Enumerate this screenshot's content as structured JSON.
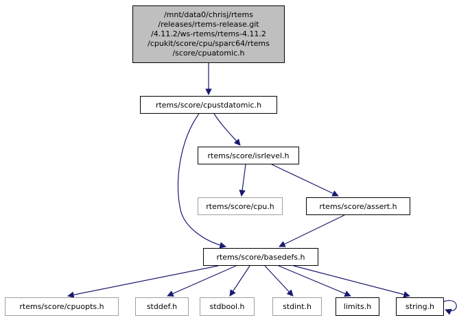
{
  "colors": {
    "edge": "#191970",
    "node_fill": "#ffffff",
    "root_node_fill": "#bfbfbf",
    "node_border": "#000000",
    "undocumented_node_border": "#9e9e9e"
  },
  "graph": {
    "type": "include-dependency-graph",
    "nodes": [
      {
        "id": "cpuatomic",
        "label_lines": [
          "/mnt/data0/chrisj/rtems",
          "/releases/rtems-release.git",
          "/4.11.2/ws-rtems/rtems-4.11.2",
          "/cpukit/score/cpu/sparc64/rtems",
          "/score/cpuatomic.h"
        ],
        "style": "root"
      },
      {
        "id": "cpustdatomic",
        "label": "rtems/score/cpustdatomic.h",
        "style": "linked"
      },
      {
        "id": "isrlevel",
        "label": "rtems/score/isrlevel.h",
        "style": "linked"
      },
      {
        "id": "cpu",
        "label": "rtems/score/cpu.h",
        "style": "plain"
      },
      {
        "id": "assert",
        "label": "rtems/score/assert.h",
        "style": "linked"
      },
      {
        "id": "basedefs",
        "label": "rtems/score/basedefs.h",
        "style": "linked"
      },
      {
        "id": "cpuopts",
        "label": "rtems/score/cpuopts.h",
        "style": "plain"
      },
      {
        "id": "stddef",
        "label": "stddef.h",
        "style": "plain"
      },
      {
        "id": "stdbool",
        "label": "stdbool.h",
        "style": "plain"
      },
      {
        "id": "stdint",
        "label": "stdint.h",
        "style": "plain"
      },
      {
        "id": "limits",
        "label": "limits.h",
        "style": "linked"
      },
      {
        "id": "string",
        "label": "string.h",
        "style": "linked"
      }
    ],
    "edges": [
      {
        "from": "cpuatomic",
        "to": "cpustdatomic"
      },
      {
        "from": "cpustdatomic",
        "to": "isrlevel"
      },
      {
        "from": "cpustdatomic",
        "to": "basedefs"
      },
      {
        "from": "isrlevel",
        "to": "cpu"
      },
      {
        "from": "isrlevel",
        "to": "assert"
      },
      {
        "from": "assert",
        "to": "basedefs"
      },
      {
        "from": "basedefs",
        "to": "cpuopts"
      },
      {
        "from": "basedefs",
        "to": "stddef"
      },
      {
        "from": "basedefs",
        "to": "stdbool"
      },
      {
        "from": "basedefs",
        "to": "stdint"
      },
      {
        "from": "basedefs",
        "to": "limits"
      },
      {
        "from": "basedefs",
        "to": "string"
      },
      {
        "from": "string",
        "to": "string"
      }
    ]
  }
}
